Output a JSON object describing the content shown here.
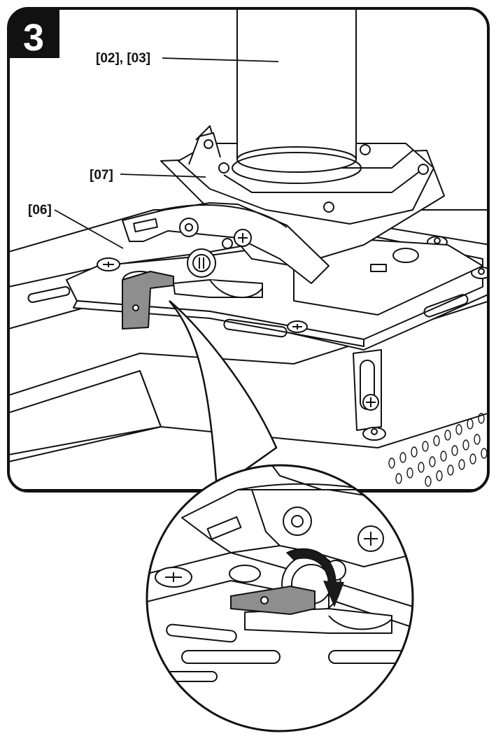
{
  "step": {
    "number": "3"
  },
  "callouts": {
    "parts_02_03": "[02], [03]",
    "part_07": "[07]",
    "part_06": "[06]"
  },
  "colors": {
    "line": "#111111",
    "key_fill": "#8e8e8e",
    "rotate_arrow": "#1a1a1a",
    "background": "#ffffff"
  },
  "icons": {
    "rotation": "curved-arrow-icon",
    "key": "key-icon"
  }
}
